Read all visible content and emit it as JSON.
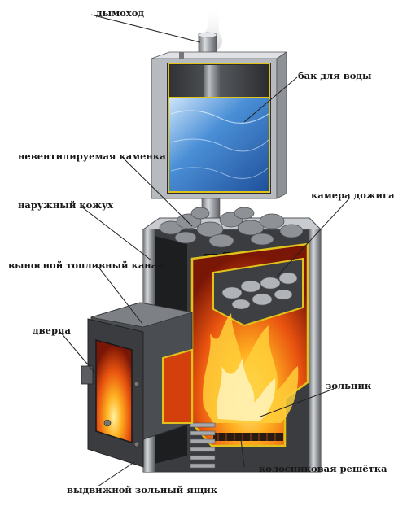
{
  "labels": {
    "chimney": "дымоход",
    "water_tank": "бак для воды",
    "closed_heater": "невентилируемая каменка",
    "outer_casing": "наружный кожух",
    "afterburner": "камера дожига",
    "fuel_channel": "выносной топливный канал",
    "door": "дверца",
    "ash_pit": "зольник",
    "grate": "колосниковая решётка",
    "ash_drawer": "выдвижной зольный ящик"
  },
  "colors": {
    "water": "#4a8fd6",
    "flame": "#e8520f",
    "steel": "#8a8d92",
    "firebox_outline": "#e0c21a"
  }
}
